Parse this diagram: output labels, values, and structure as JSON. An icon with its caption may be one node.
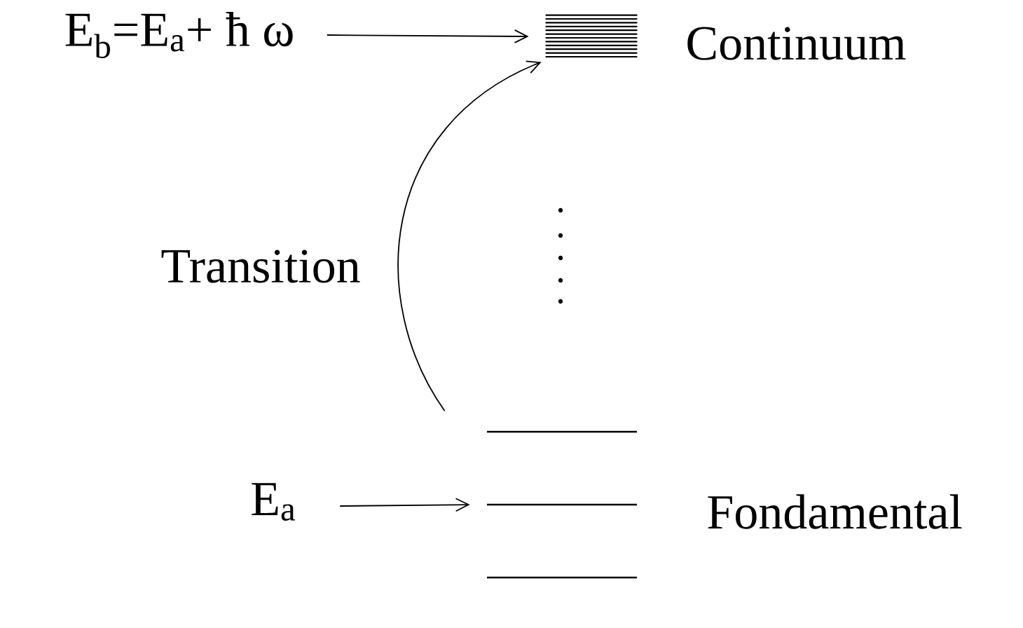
{
  "diagram": {
    "nodes": [
      {
        "text": [
          "E$_{b}$=E$_{a}$+ ħ ω"
        ]
      },
      {
        "text": [],
        "shape": "bar",
        "beside": [
          "Continuum"
        ]
      },
      {
        "text": [
          "E$_{a}$"
        ]
      },
      {
        "text": [],
        "shape": "bar"
      },
      {
        "text": [],
        "shape": "bar",
        "beside": [
          "Fondamental"
        ]
      },
      {
        "text": [],
        "shape": "bar"
      }
    ],
    "edges": [
      {
        "from": 0,
        "to": 1,
        "arrow": "to"
      },
      {
        "from": 3,
        "to": 1,
        "arrow": "to",
        "label": "Transition"
      },
      {
        "from": 2,
        "to": 4,
        "arrow": "to"
      }
    ]
  }
}
